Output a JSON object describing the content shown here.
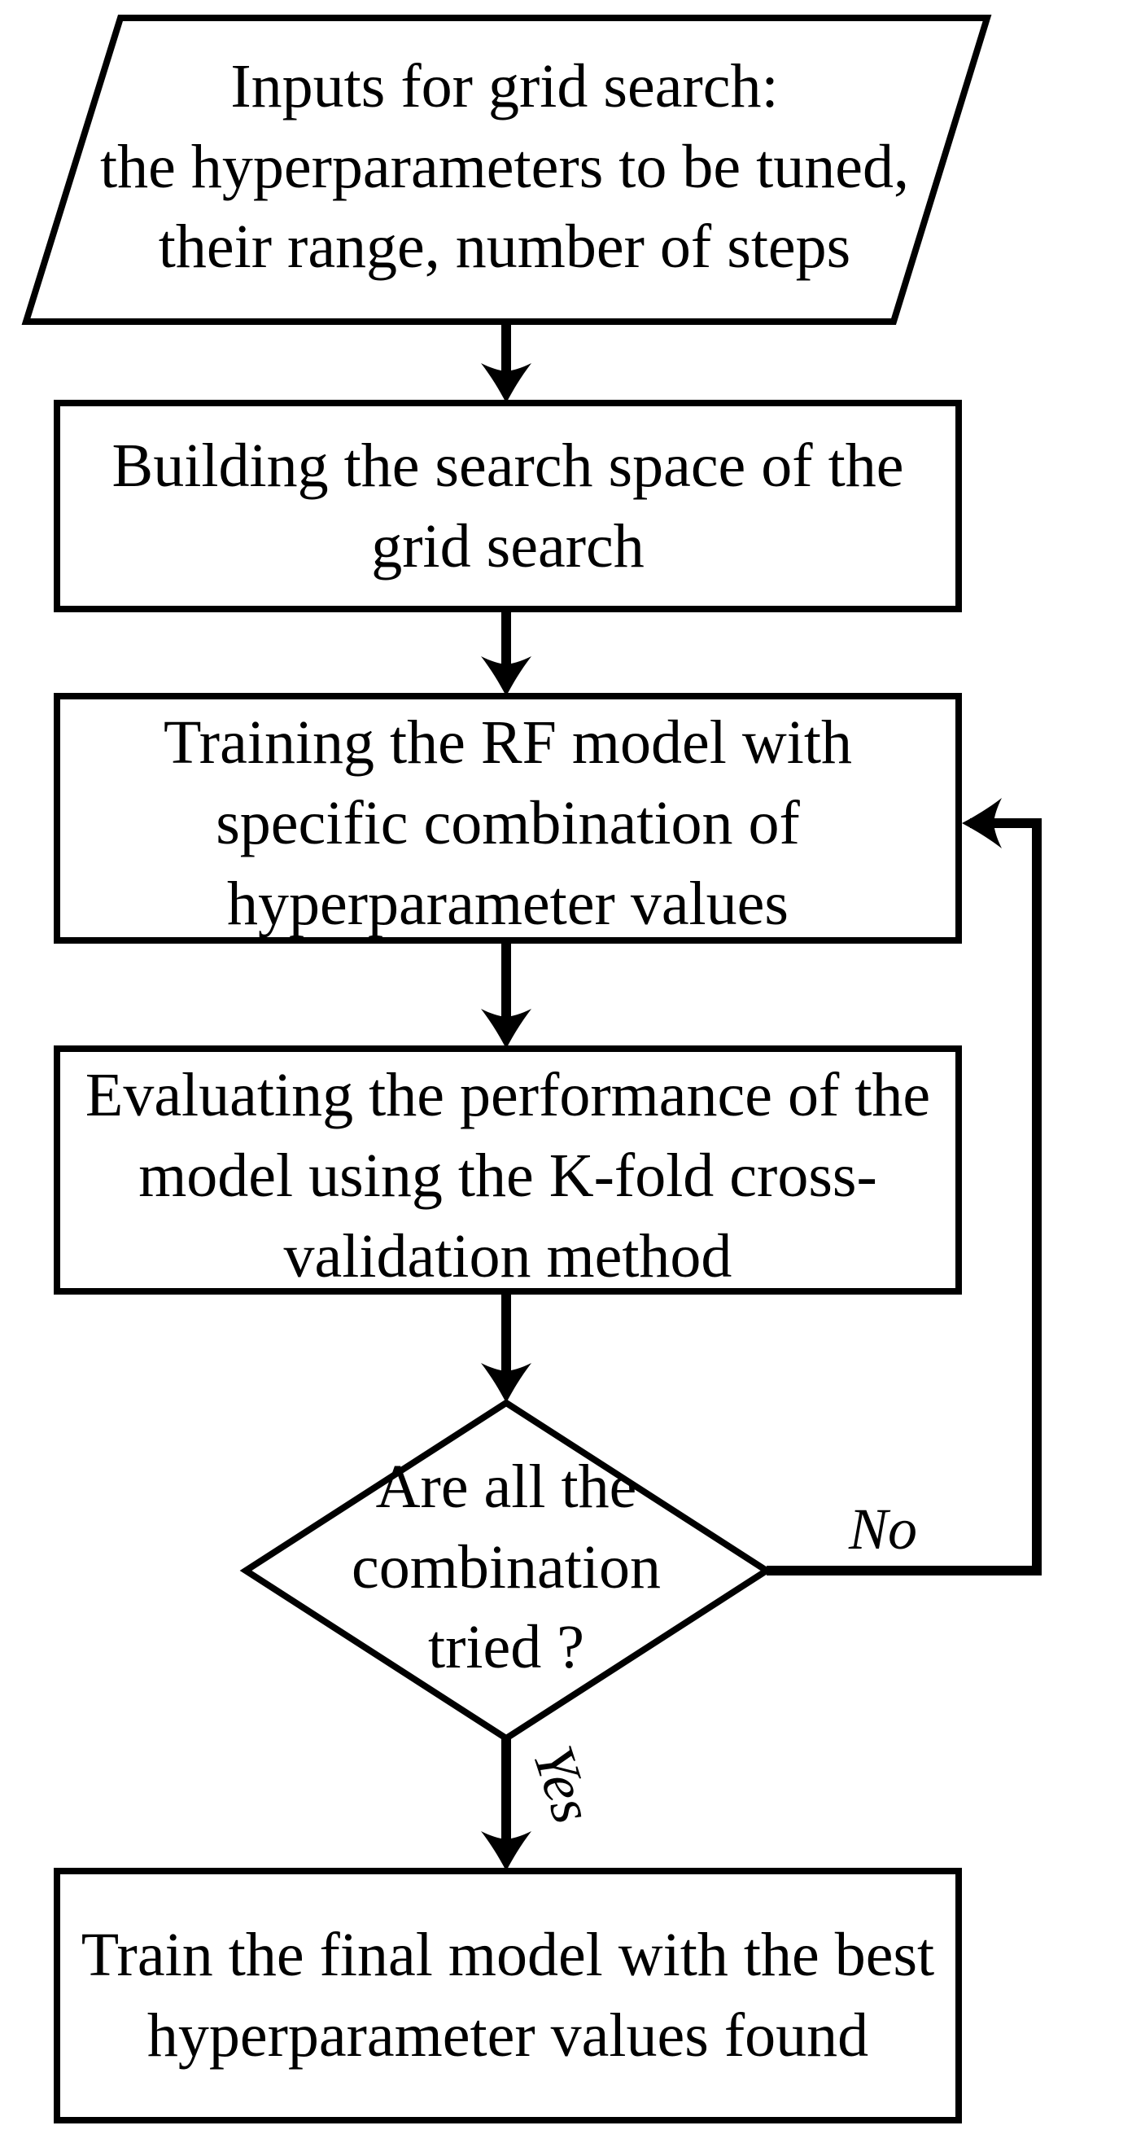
{
  "flowchart": {
    "background_color": "#ffffff",
    "stroke_color": "#000000",
    "text_color": "#000000",
    "nodes": {
      "input": {
        "shape": "parallelogram",
        "text": "Inputs for grid search:\nthe hyperparameters to be tuned,\ntheir range, number of steps"
      },
      "build": {
        "shape": "rectangle",
        "text": "Building the search space of the\ngrid search"
      },
      "train": {
        "shape": "rectangle",
        "text": "Training the RF model with\nspecific combination of\nhyperparameter values"
      },
      "evaluate": {
        "shape": "rectangle",
        "text": "Evaluating the performance of the\nmodel using the K-fold cross-\nvalidation method"
      },
      "decision": {
        "shape": "diamond",
        "text": "Are all the\ncombination\ntried ?"
      },
      "final": {
        "shape": "rectangle",
        "text": "Train the final model with the best\nhyperparameter values found"
      }
    },
    "edge_labels": {
      "no": "No",
      "yes": "Yes"
    }
  }
}
